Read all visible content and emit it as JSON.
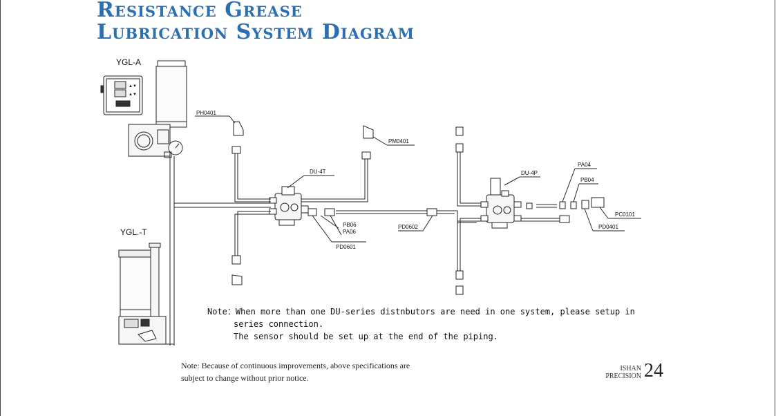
{
  "title": {
    "line1": "Resistance Grease",
    "line2": "Lubrication System Diagram"
  },
  "units": {
    "top_pump": "YGL-A",
    "bottom_pump": "YGL.-T"
  },
  "labels": {
    "ph0401": "PH0401",
    "pm0401": "PM0401",
    "du4t": "DU-4T",
    "du4p": "DU-4P",
    "pa04": "PA04",
    "pb04": "PB04",
    "pc0101": "PC0101",
    "pd0401": "PD0401",
    "pb06": "PB06",
    "pa06": "PA06",
    "pd0601": "PD0601",
    "pd0602": "PD0602"
  },
  "note": {
    "line1": "Note：When more than one DU-series distnbutors are need in one system, please setup in",
    "line2": "series connection.",
    "line3": "The sensor should be set up at the end of the piping."
  },
  "footer": {
    "notice_line1": "Note: Because of continuous improvements, above specifications are",
    "notice_line2": "subject to change without prior notice.",
    "brand_line1": "ISHAN",
    "brand_line2": "PRECISION",
    "page_number": "24"
  }
}
